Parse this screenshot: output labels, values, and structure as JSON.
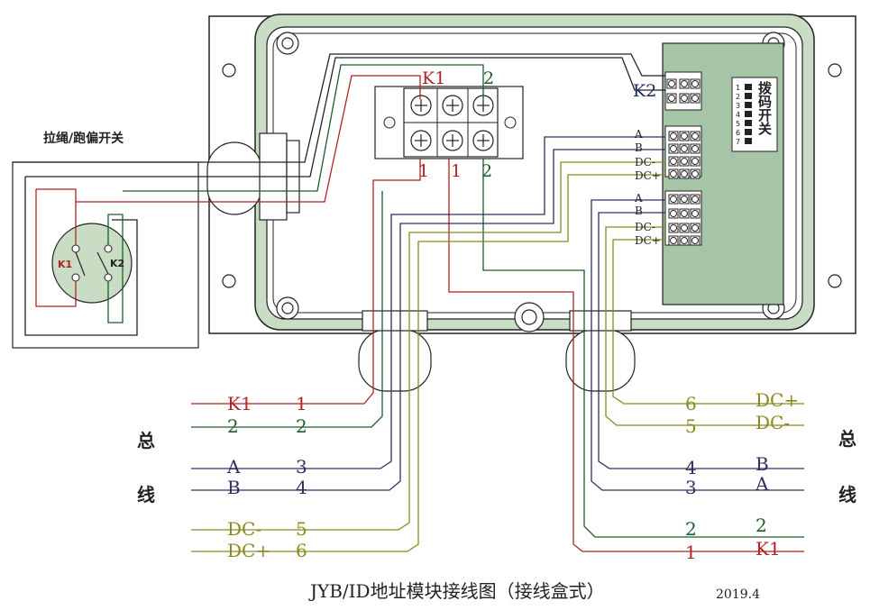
{
  "title": "JYB/ID地址模块接线图（接线盒式）",
  "date": "2019.4",
  "switch_label": "拉绳/跑偏开关",
  "switch_contacts": [
    "K1",
    "K2"
  ],
  "bus_left": [
    "总",
    "线"
  ],
  "bus_right": [
    "总",
    "线"
  ],
  "terminal_block": {
    "top_labels": [
      "K1",
      "2"
    ],
    "bottom_labels": [
      "1",
      "1",
      "2"
    ]
  },
  "pcb": {
    "k2_label": "K2",
    "dip_label": "拨码开关",
    "dip_numbers": [
      "1",
      "2",
      "3",
      "4",
      "5",
      "6",
      "7"
    ],
    "group1": [
      "A",
      "B",
      "DC-",
      "DC+"
    ],
    "group2": [
      "A",
      "B",
      "DC-",
      "DC+"
    ]
  },
  "left_bus": [
    {
      "signal": "K1",
      "num": "1"
    },
    {
      "signal": "2",
      "num": "2"
    },
    {
      "signal": "A",
      "num": "3"
    },
    {
      "signal": "B",
      "num": "4"
    },
    {
      "signal": "DC-",
      "num": "5"
    },
    {
      "signal": "DC+",
      "num": "6"
    }
  ],
  "right_bus": [
    {
      "num": "6",
      "signal": "DC+"
    },
    {
      "num": "5",
      "signal": "DC-"
    },
    {
      "num": "4",
      "signal": "B"
    },
    {
      "num": "3",
      "signal": "A"
    },
    {
      "num": "2",
      "signal": "2"
    },
    {
      "num": "1",
      "signal": "K1"
    }
  ],
  "colors": {
    "red": "#b22222",
    "green": "#1e5a2a",
    "purple": "#3a2a5e",
    "olive": "#8a8a1e",
    "black": "#222222",
    "board": "#c9dcc4",
    "pcb": "#a6c4a6"
  }
}
